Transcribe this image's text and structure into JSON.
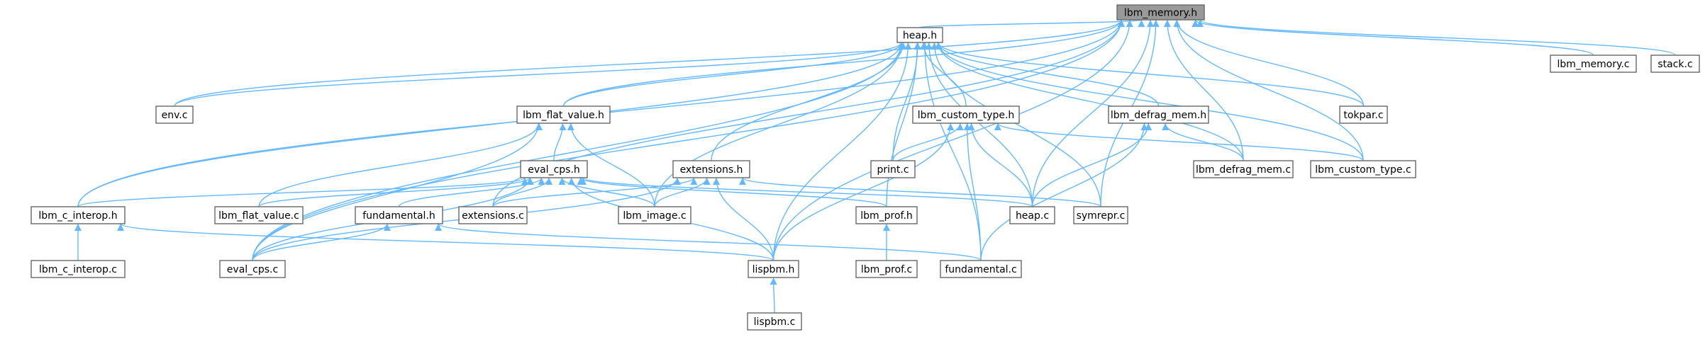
{
  "graph": {
    "nodes": [
      {
        "id": "lbm_memory_h",
        "label": "lbm_memory.h",
        "root": true
      },
      {
        "id": "heap_h",
        "label": "heap.h"
      },
      {
        "id": "lbm_memory_c",
        "label": "lbm_memory.c"
      },
      {
        "id": "stack_c",
        "label": "stack.c"
      },
      {
        "id": "env_c",
        "label": "env.c"
      },
      {
        "id": "lbm_flat_value_h",
        "label": "lbm_flat_value.h"
      },
      {
        "id": "lbm_custom_type_h",
        "label": "lbm_custom_type.h"
      },
      {
        "id": "lbm_defrag_mem_h",
        "label": "lbm_defrag_mem.h"
      },
      {
        "id": "tokpar_c",
        "label": "tokpar.c"
      },
      {
        "id": "eval_cps_h",
        "label": "eval_cps.h"
      },
      {
        "id": "extensions_h",
        "label": "extensions.h"
      },
      {
        "id": "print_c",
        "label": "print.c"
      },
      {
        "id": "lbm_defrag_mem_c",
        "label": "lbm_defrag_mem.c"
      },
      {
        "id": "lbm_custom_type_c",
        "label": "lbm_custom_type.c"
      },
      {
        "id": "lbm_c_interop_h",
        "label": "lbm_c_interop.h"
      },
      {
        "id": "lbm_flat_value_c",
        "label": "lbm_flat_value.c"
      },
      {
        "id": "fundamental_h",
        "label": "fundamental.h"
      },
      {
        "id": "extensions_c",
        "label": "extensions.c"
      },
      {
        "id": "lbm_image_c",
        "label": "lbm_image.c"
      },
      {
        "id": "lbm_prof_h",
        "label": "lbm_prof.h"
      },
      {
        "id": "heap_c",
        "label": "heap.c"
      },
      {
        "id": "symrepr_c",
        "label": "symrepr.c"
      },
      {
        "id": "lbm_c_interop_c",
        "label": "lbm_c_interop.c"
      },
      {
        "id": "eval_cps_c",
        "label": "eval_cps.c"
      },
      {
        "id": "lispbm_h",
        "label": "lispbm.h"
      },
      {
        "id": "fundamental_c",
        "label": "fundamental.c"
      },
      {
        "id": "lbm_prof_c",
        "label": "lbm_prof.c"
      },
      {
        "id": "lispbm_c",
        "label": "lispbm.c"
      }
    ],
    "edges": [
      [
        "heap_h",
        "lbm_memory_h"
      ],
      [
        "lbm_memory_c",
        "lbm_memory_h"
      ],
      [
        "stack_c",
        "lbm_memory_h"
      ],
      [
        "env_c",
        "lbm_memory_h"
      ],
      [
        "lbm_flat_value_h",
        "lbm_memory_h"
      ],
      [
        "tokpar_c",
        "lbm_memory_h"
      ],
      [
        "lbm_defrag_mem_c",
        "lbm_memory_h"
      ],
      [
        "lbm_custom_type_c",
        "lbm_memory_h"
      ],
      [
        "lbm_c_interop_h",
        "lbm_memory_h"
      ],
      [
        "extensions_c",
        "lbm_memory_h"
      ],
      [
        "eval_cps_c",
        "lbm_memory_h"
      ],
      [
        "lispbm_h",
        "lbm_memory_h"
      ],
      [
        "heap_c",
        "lbm_memory_h"
      ],
      [
        "symrepr_c",
        "lbm_memory_h"
      ],
      [
        "env_c",
        "heap_h"
      ],
      [
        "lbm_flat_value_h",
        "heap_h"
      ],
      [
        "lbm_custom_type_h",
        "heap_h"
      ],
      [
        "lbm_defrag_mem_h",
        "heap_h"
      ],
      [
        "tokpar_c",
        "heap_h"
      ],
      [
        "extensions_h",
        "heap_h"
      ],
      [
        "print_c",
        "heap_h"
      ],
      [
        "lbm_defrag_mem_c",
        "heap_h"
      ],
      [
        "lbm_custom_type_c",
        "heap_h"
      ],
      [
        "lbm_c_interop_h",
        "heap_h"
      ],
      [
        "lbm_image_c",
        "heap_h"
      ],
      [
        "lbm_prof_h",
        "heap_h"
      ],
      [
        "heap_c",
        "heap_h"
      ],
      [
        "symrepr_c",
        "heap_h"
      ],
      [
        "eval_cps_c",
        "heap_h"
      ],
      [
        "lispbm_h",
        "heap_h"
      ],
      [
        "fundamental_c",
        "heap_h"
      ],
      [
        "eval_cps_h",
        "lbm_flat_value_h"
      ],
      [
        "lbm_flat_value_c",
        "lbm_flat_value_h"
      ],
      [
        "lbm_image_c",
        "lbm_flat_value_h"
      ],
      [
        "eval_cps_c",
        "lbm_flat_value_h"
      ],
      [
        "print_c",
        "lbm_custom_type_h"
      ],
      [
        "lbm_custom_type_c",
        "lbm_custom_type_h"
      ],
      [
        "heap_c",
        "lbm_custom_type_h"
      ],
      [
        "fundamental_c",
        "lbm_custom_type_h"
      ],
      [
        "lispbm_h",
        "lbm_custom_type_h"
      ],
      [
        "lbm_defrag_mem_c",
        "lbm_defrag_mem_h"
      ],
      [
        "heap_c",
        "lbm_defrag_mem_h"
      ],
      [
        "fundamental_c",
        "lbm_defrag_mem_h"
      ],
      [
        "lbm_c_interop_h",
        "eval_cps_h"
      ],
      [
        "lbm_flat_value_c",
        "eval_cps_h"
      ],
      [
        "fundamental_h",
        "eval_cps_h"
      ],
      [
        "extensions_c",
        "eval_cps_h"
      ],
      [
        "lbm_image_c",
        "eval_cps_h"
      ],
      [
        "lbm_prof_h",
        "eval_cps_h"
      ],
      [
        "heap_c",
        "eval_cps_h"
      ],
      [
        "eval_cps_c",
        "eval_cps_h"
      ],
      [
        "lispbm_h",
        "eval_cps_h"
      ],
      [
        "extensions_c",
        "extensions_h"
      ],
      [
        "lbm_image_c",
        "extensions_h"
      ],
      [
        "symrepr_c",
        "extensions_h"
      ],
      [
        "eval_cps_c",
        "extensions_h"
      ],
      [
        "lispbm_h",
        "extensions_h"
      ],
      [
        "lbm_c_interop_c",
        "lbm_c_interop_h"
      ],
      [
        "lispbm_h",
        "lbm_c_interop_h"
      ],
      [
        "eval_cps_c",
        "fundamental_h"
      ],
      [
        "fundamental_c",
        "fundamental_h"
      ],
      [
        "lbm_prof_c",
        "lbm_prof_h"
      ],
      [
        "lispbm_c",
        "lispbm_h"
      ]
    ]
  }
}
